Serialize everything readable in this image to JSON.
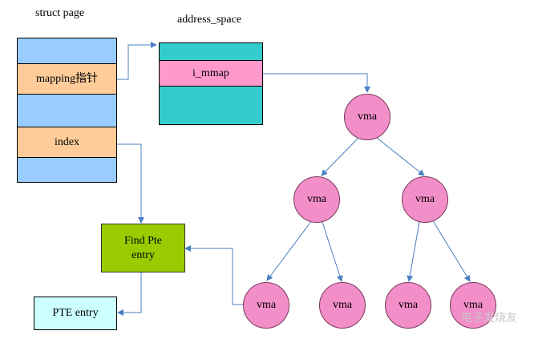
{
  "titles": {
    "struct_page": "struct page",
    "address_space": "address_space"
  },
  "struct_page": {
    "mapping": "mapping指针",
    "index": "index"
  },
  "address_space": {
    "i_mmap": "i_mmap"
  },
  "nodes": {
    "root": "vma",
    "l1_left": "vma",
    "l1_right": "vma",
    "l2_a": "vma",
    "l2_b": "vma",
    "l2_c": "vma",
    "l2_d": "vma"
  },
  "find_pte": "Find Pte\nentry",
  "pte_entry": "PTE entry",
  "watermark": "电子发烧友",
  "colors": {
    "light_blue": "#99ccff",
    "peach": "#ffcc99",
    "teal": "#33cccc",
    "pink": "#ff99cc",
    "green": "#99cc00",
    "light_cyan": "#ccffff",
    "node": "#f28ec8",
    "arrow": "#4a7fc1"
  }
}
